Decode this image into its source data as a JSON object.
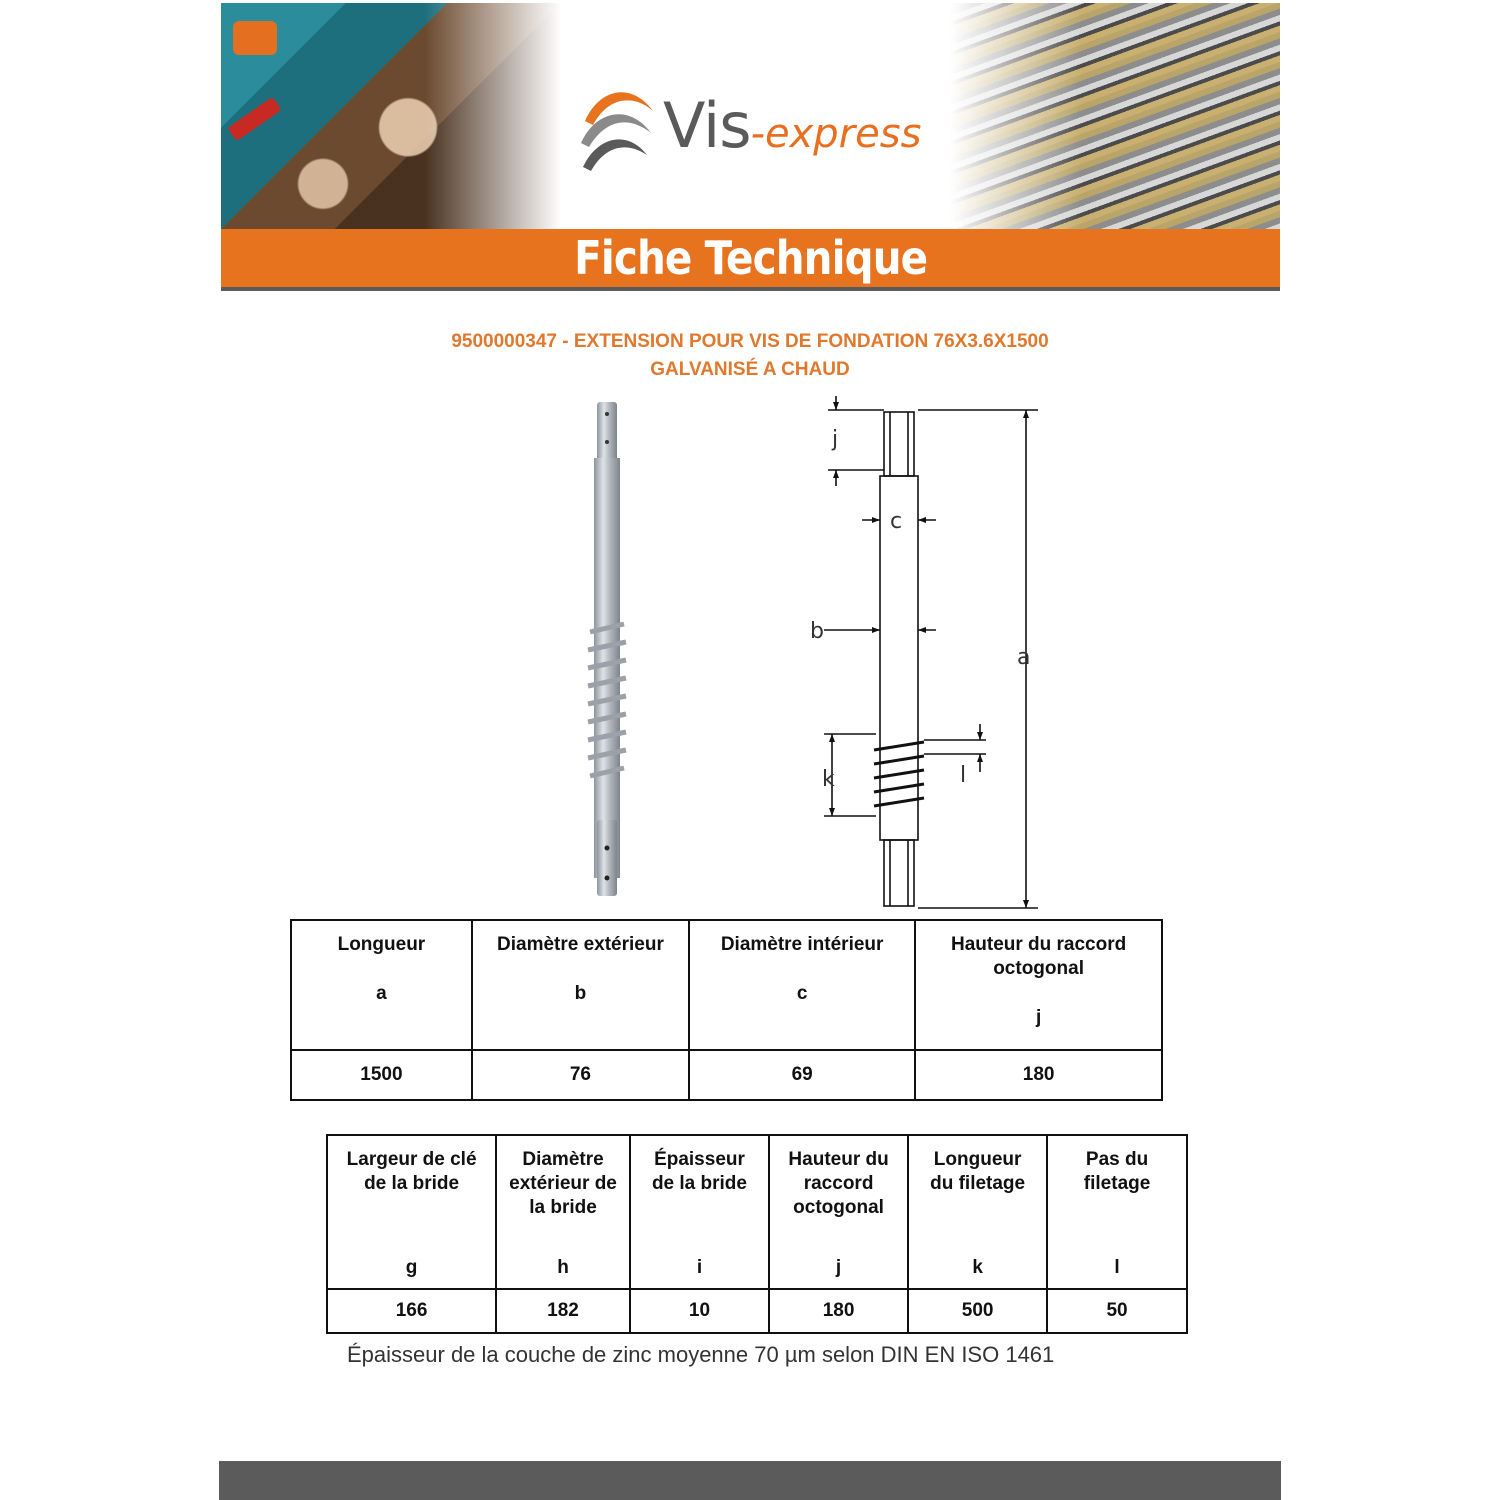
{
  "header": {
    "logo_vis": "Vis",
    "logo_express": "-express",
    "banner_title": "Fiche Technique",
    "accent_color": "#e8731f"
  },
  "product": {
    "title_line1": "9500000347 - EXTENSION POUR VIS DE FONDATION 76X3.6X1500",
    "title_line2": "GALVANISÉ A CHAUD"
  },
  "drawing_labels": {
    "j": "j",
    "c": "c",
    "b": "b",
    "a": "a",
    "k": "k",
    "l": "l"
  },
  "table1": {
    "headers": [
      {
        "label": "Longueur",
        "symbol": "a"
      },
      {
        "label": "Diamètre extérieur",
        "symbol": "b"
      },
      {
        "label": "Diamètre intérieur",
        "symbol": "c"
      },
      {
        "label": "Hauteur du raccord octogonal",
        "symbol": "j"
      }
    ],
    "values": [
      "1500",
      "76",
      "69",
      "180"
    ]
  },
  "table2": {
    "headers": [
      {
        "label": "Largeur de clé de la bride",
        "symbol": "g"
      },
      {
        "label": "Diamètre extérieur de la bride",
        "symbol": "h"
      },
      {
        "label": "Épaisseur de la bride",
        "symbol": "i"
      },
      {
        "label": "Hauteur du raccord octogonal",
        "symbol": "j"
      },
      {
        "label": "Longueur du filetage",
        "symbol": "k"
      },
      {
        "label": "Pas du filetage",
        "symbol": "l"
      }
    ],
    "values": [
      "166",
      "182",
      "10",
      "180",
      "500",
      "50"
    ]
  },
  "note": "Épaisseur de la couche de zinc moyenne 70 µm selon DIN EN ISO 1461"
}
